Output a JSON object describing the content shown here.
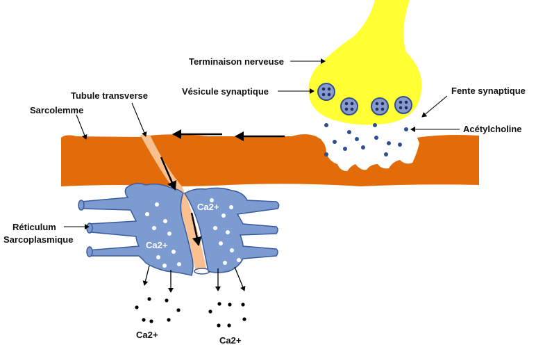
{
  "labels": {
    "terminaison": "Terminaison nerveuse",
    "vesicule": "Vésicule synaptique",
    "fente": "Fente synaptique",
    "acetylcholine": "Acétylcholine",
    "tubule": "Tubule transverse",
    "sarcolemme": "Sarcolemme",
    "reticulum_line1": "Réticulum",
    "reticulum_line2": "Sarcoplasmique",
    "ca_inside_right": "Ca2+",
    "ca_inside_left": "Ca2+",
    "ca_released_left": "Ca2+",
    "ca_released_right": "Ca2+"
  },
  "colors": {
    "nerve_terminal": "#ffff33",
    "vesicle": "#8899cc",
    "sarcolemma": "#e36c0a",
    "t_tubule": "#fac090",
    "reticulum": "#7b9bd1",
    "reticulum_outline": "#3a5a9c",
    "acetylcholine": "#2f4f8f",
    "text": "#111111",
    "arrows": "#000000"
  }
}
